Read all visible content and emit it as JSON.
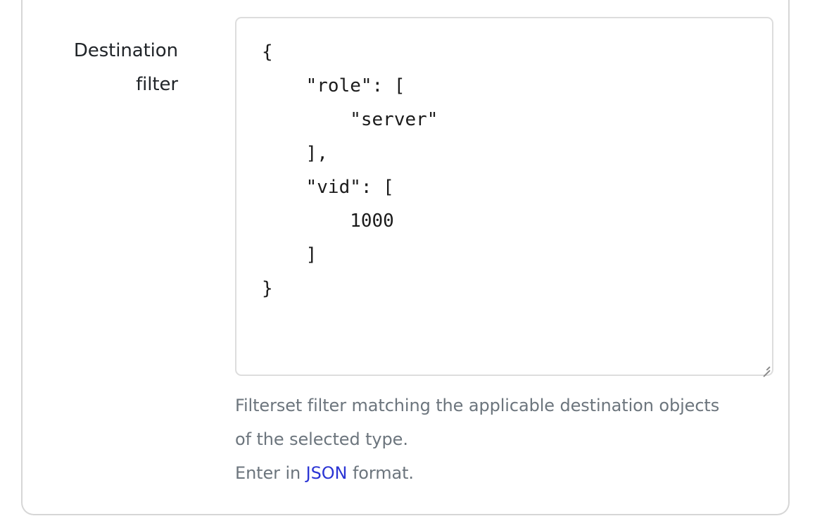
{
  "card": {
    "name": "form-panel"
  },
  "field": {
    "label": "Destination filter",
    "label_line1": "Destination",
    "label_line2": "filter",
    "input_type": "json-textarea",
    "value": "{\n    \"role\": [\n        \"server\"\n    ],\n    \"vid\": [\n        1000\n    ]\n}",
    "placeholder": "",
    "resize_handle_icon": "resize-grabber-icon"
  },
  "json_value": {
    "role": [
      "server"
    ],
    "vid": [
      1000
    ]
  },
  "help": {
    "line1": "Filterset filter matching the applicable destination objects",
    "line2": "of the selected type.",
    "line3_prefix": "Enter in ",
    "link_label": "JSON",
    "line3_suffix": " format."
  },
  "colors": {
    "text": "#212529",
    "muted": "#6c757d",
    "link": "#2b35d4",
    "border": "#dddddd",
    "card_border": "#d6d6d6",
    "background": "#ffffff"
  }
}
